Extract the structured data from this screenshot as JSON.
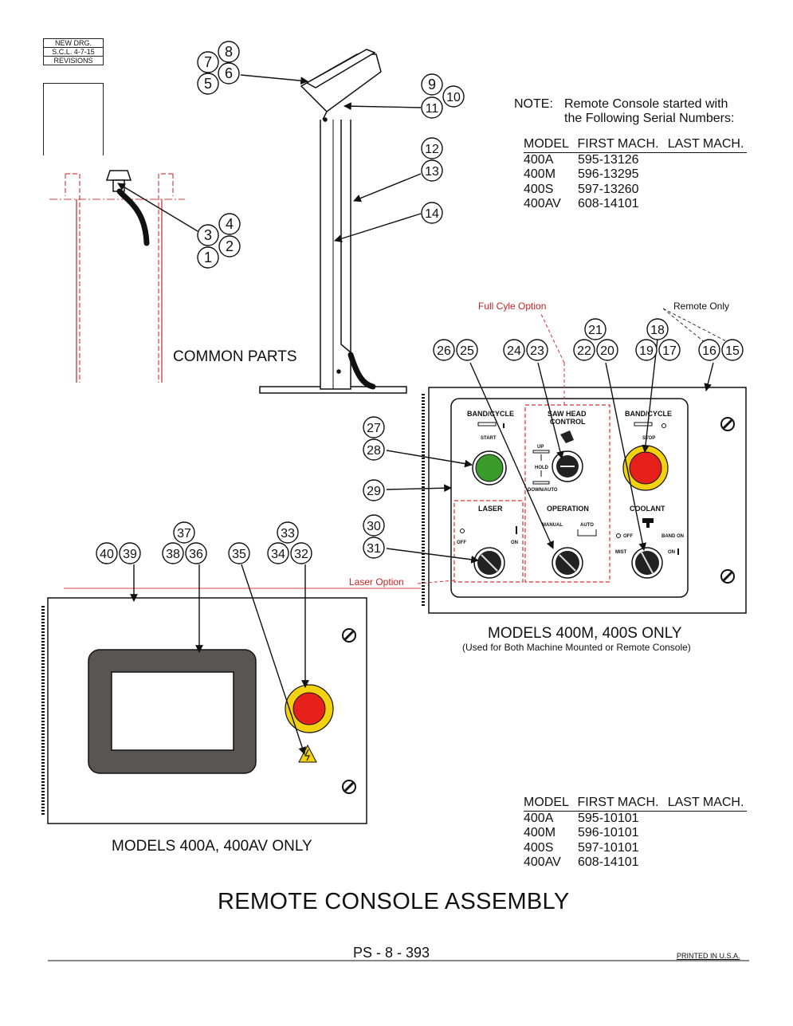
{
  "revision_box": {
    "line1": "NEW DRG.",
    "line2": "S.C.L. 4-7-15",
    "line3": "REVISIONS"
  },
  "note": {
    "label": "NOTE:",
    "line1": "Remote Console started with",
    "line2": "the Following Serial Numbers:"
  },
  "table_top": {
    "headers": [
      "MODEL",
      "FIRST MACH.",
      "LAST MACH."
    ],
    "rows": [
      [
        "400A",
        "595-13126"
      ],
      [
        "400M",
        "596-13295"
      ],
      [
        "400S",
        "597-13260"
      ],
      [
        "400AV",
        "608-14101"
      ]
    ]
  },
  "table_bottom": {
    "headers": [
      "MODEL",
      "FIRST MACH.",
      "LAST MACH."
    ],
    "rows": [
      [
        "400A",
        "595-10101"
      ],
      [
        "400M",
        "596-10101"
      ],
      [
        "400S",
        "597-10101"
      ],
      [
        "400AV",
        "608-14101"
      ]
    ]
  },
  "labels": {
    "common_parts": "COMMON PARTS",
    "full_cycle_option": "Full Cyle Option",
    "remote_only": "Remote Only",
    "laser_option": "Laser Option",
    "models_400m_400s": "MODELS 400M, 400S ONLY",
    "models_400m_400s_sub": "(Used for Both Machine Mounted or Remote Console)",
    "models_400a_400av": "MODELS 400A, 400AV ONLY",
    "title": "REMOTE CONSOLE ASSEMBLY",
    "page_number": "PS - 8 - 393",
    "printed": "PRINTED IN U.S.A."
  },
  "panel_text": {
    "band_cycle_start": "BAND/CYCLE",
    "start": "START",
    "saw_head_1": "SAW HEAD",
    "saw_head_2": "CONTROL",
    "up": "UP",
    "hold": "HOLD",
    "down_auto": "DOWN/AUTO",
    "band_cycle_stop": "BAND/CYCLE",
    "stop": "STOP",
    "laser": "LASER",
    "off": "OFF",
    "on": "ON",
    "operation": "OPERATION",
    "manual": "MANUAL",
    "auto": "AUTO",
    "coolant": "COOLANT",
    "coolant_off": "OFF",
    "band_on": "BAND ON",
    "mist": "MIST",
    "coolant_on": "ON"
  },
  "callouts": [
    "1",
    "2",
    "3",
    "4",
    "5",
    "6",
    "7",
    "8",
    "9",
    "10",
    "11",
    "12",
    "13",
    "14",
    "15",
    "16",
    "17",
    "18",
    "19",
    "20",
    "21",
    "22",
    "23",
    "24",
    "25",
    "26",
    "27",
    "28",
    "29",
    "30",
    "31",
    "32",
    "33",
    "34",
    "35",
    "36",
    "37",
    "38",
    "39",
    "40"
  ],
  "colors": {
    "start_button": "#3a9a2a",
    "stop_button": "#e8201c",
    "stop_ring": "#f2d20e",
    "option_dash": "#d9302c",
    "screen_bezel": "#5a5555"
  }
}
